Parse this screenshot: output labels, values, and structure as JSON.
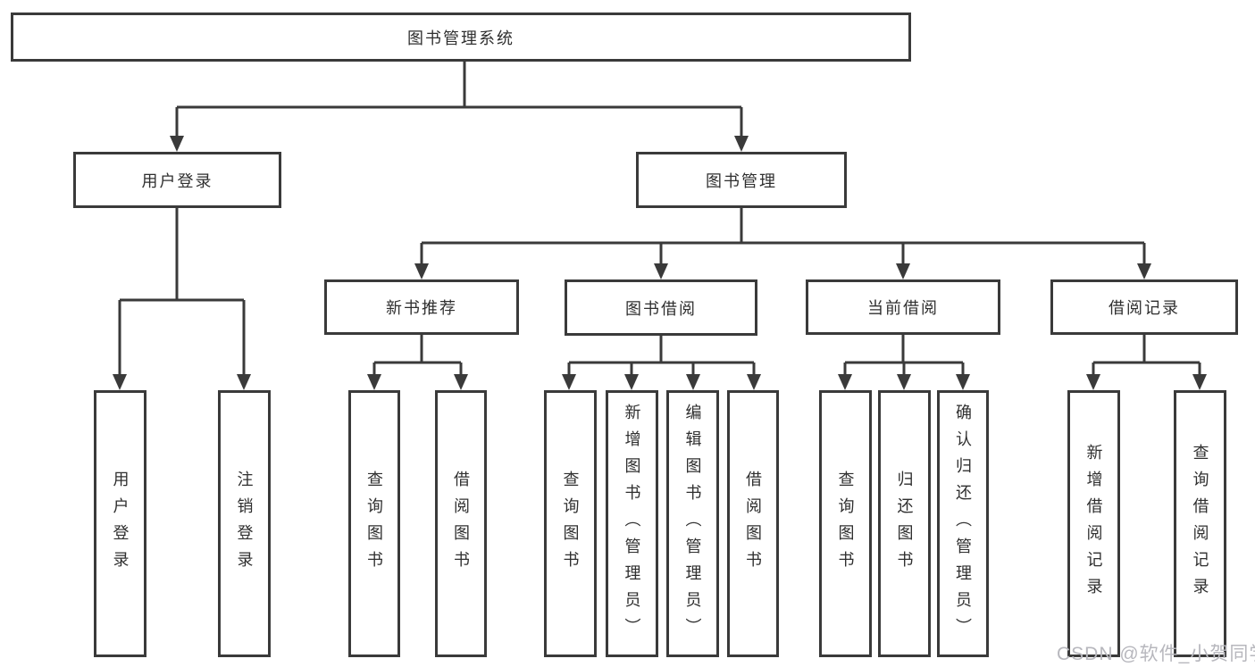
{
  "diagram": {
    "type": "hierarchy-tree",
    "root": {
      "label": "图书管理系统",
      "children": [
        {
          "label": "用户登录",
          "children": [
            {
              "label": "用户登录"
            },
            {
              "label": "注销登录"
            }
          ]
        },
        {
          "label": "图书管理",
          "children": [
            {
              "label": "新书推荐",
              "children": [
                {
                  "label": "查询图书"
                },
                {
                  "label": "借阅图书"
                }
              ]
            },
            {
              "label": "图书借阅",
              "children": [
                {
                  "label": "查询图书"
                },
                {
                  "label": "新增图书（管理员）"
                },
                {
                  "label": "编辑图书（管理员）"
                },
                {
                  "label": "借阅图书"
                }
              ]
            },
            {
              "label": "当前借阅",
              "children": [
                {
                  "label": "查询图书"
                },
                {
                  "label": "归还图书"
                },
                {
                  "label": "确认归还（管理员）"
                }
              ]
            },
            {
              "label": "借阅记录",
              "children": [
                {
                  "label": "新增借阅记录"
                },
                {
                  "label": "查询借阅记录"
                }
              ]
            }
          ]
        }
      ]
    },
    "watermark": "CSDN @软件_小贺同学"
  },
  "colors": {
    "line": "#3a3a3a",
    "text": "#2f2f2f",
    "watermark": "#b7b7bd",
    "background": "#ffffff"
  }
}
